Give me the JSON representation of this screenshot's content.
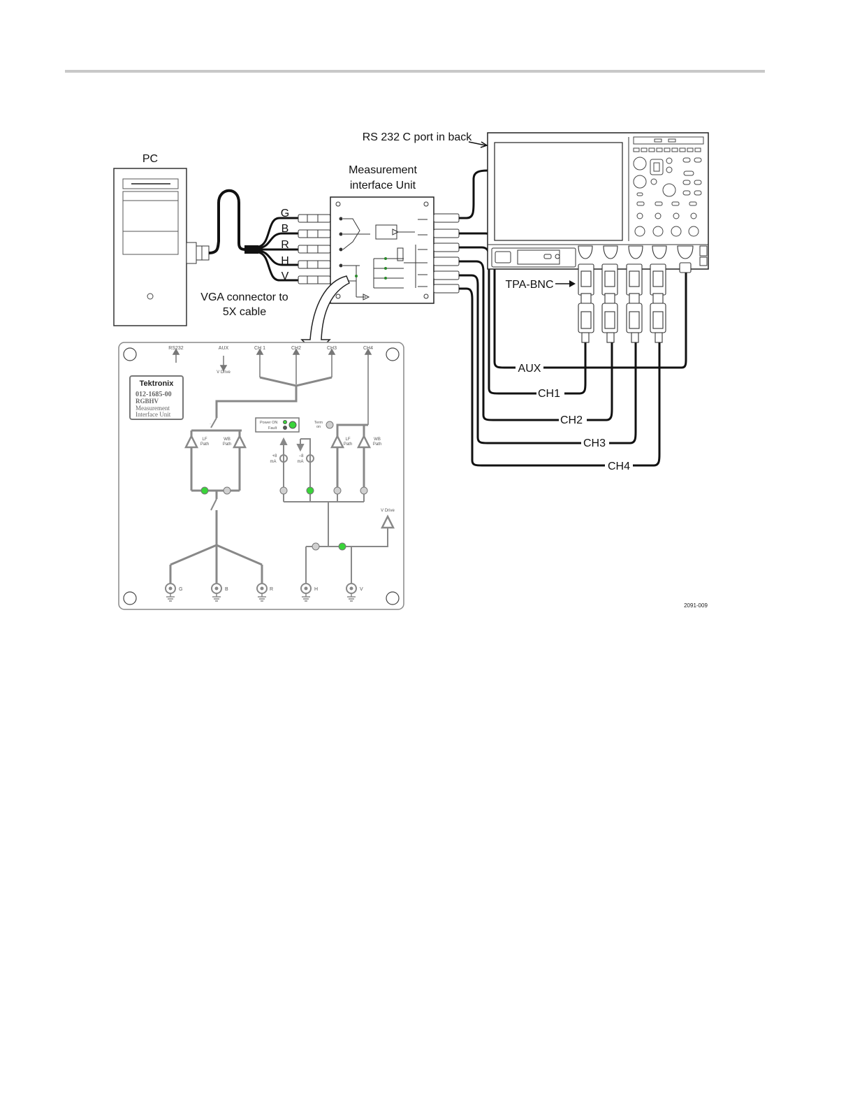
{
  "diagram": {
    "pc_label": "PC",
    "vga_label_line1": "VGA connector to",
    "vga_label_line2": "5X cable",
    "miu_label_line1": "Measurement",
    "miu_label_line2": "interface Unit",
    "rs232_label": "RS 232 C port in back",
    "tpa_label": "TPA-BNC",
    "inputs": [
      "G",
      "B",
      "R",
      "H",
      "V"
    ],
    "scope_cables": [
      "AUX",
      "CH1",
      "CH2",
      "CH3",
      "CH4"
    ],
    "figure_id": "2091-009"
  },
  "panel": {
    "top_ports": [
      "RS232",
      "AUX",
      "CH 1",
      "CH2",
      "CH3",
      "CH4"
    ],
    "vdrive_top": "V Drive",
    "brand": "Tektronix",
    "part_number": "012-1685-00",
    "line1": "RGBHV",
    "line2": "Measurement",
    "line3": "Interface Unit",
    "power_on": "Power ON",
    "fault": "Fault",
    "term_line1": "Term",
    "term_line2": "on",
    "lf_line1": "LF",
    "lf_line2": "Path",
    "wb_line1": "WB",
    "wb_line2": "Path",
    "plus8_line1": "+8",
    "plus8_line2": "mA",
    "minus8_line1": "−8",
    "minus8_line2": "mA",
    "vdrive": "V Drive",
    "bottom_ports": [
      "G",
      "B",
      "R",
      "H",
      "V"
    ],
    "colors": {
      "led_green": "#39d439",
      "panel_gray": "#888888",
      "led_off": "#d0d0d0"
    }
  }
}
